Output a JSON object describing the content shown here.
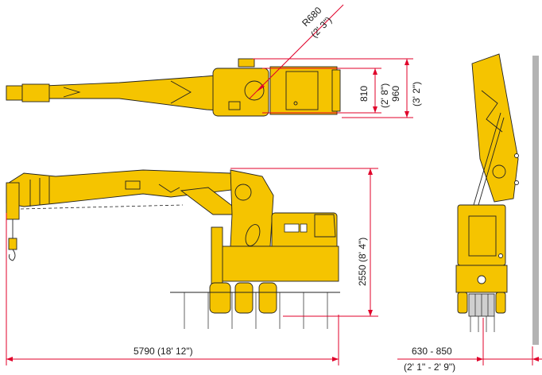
{
  "colors": {
    "machine": "#f5c400",
    "dimension_line": "#e0002a",
    "outline": "#222222",
    "wall": "#b3b3b3"
  },
  "dimensions": {
    "radius": "R680",
    "radius_imperial": "(2' 3\")",
    "width_810": "810",
    "width_810_imperial": "(2' 8\")",
    "width_960": "960",
    "width_960_imperial": "(3' 2\")",
    "height": "2550 (8' 4\")",
    "length": "5790 (18' 12\")",
    "clearance": "630 - 850",
    "clearance_imperial": "(2' 1\" - 2' 9\")"
  }
}
